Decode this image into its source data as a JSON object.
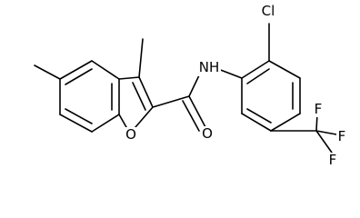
{
  "diagram": {
    "kind": "chemical-structure",
    "atoms": {
      "cl": "Cl",
      "nh": "NH",
      "o_ring": "O",
      "o_carbonyl": "O",
      "f_top": "F",
      "f_right": "F",
      "f_bottom": "F"
    }
  }
}
